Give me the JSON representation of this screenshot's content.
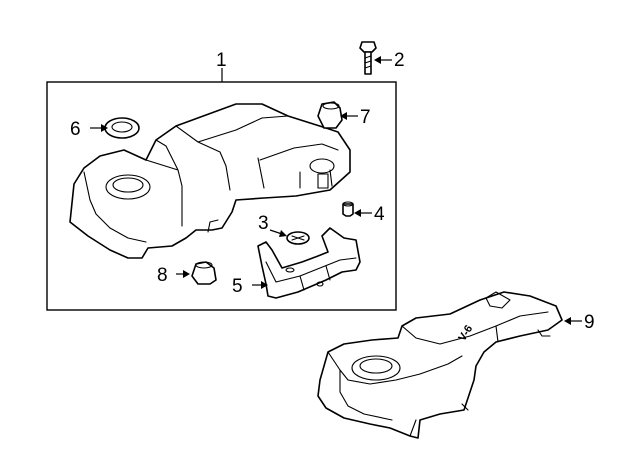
{
  "callouts": {
    "c1": "1",
    "c2": "2",
    "c3": "3",
    "c4": "4",
    "c5": "5",
    "c6": "6",
    "c7": "7",
    "c8": "8",
    "c9": "9"
  },
  "cover_engraving": "V-6",
  "colors": {
    "line": "#000000",
    "background": "#ffffff"
  }
}
